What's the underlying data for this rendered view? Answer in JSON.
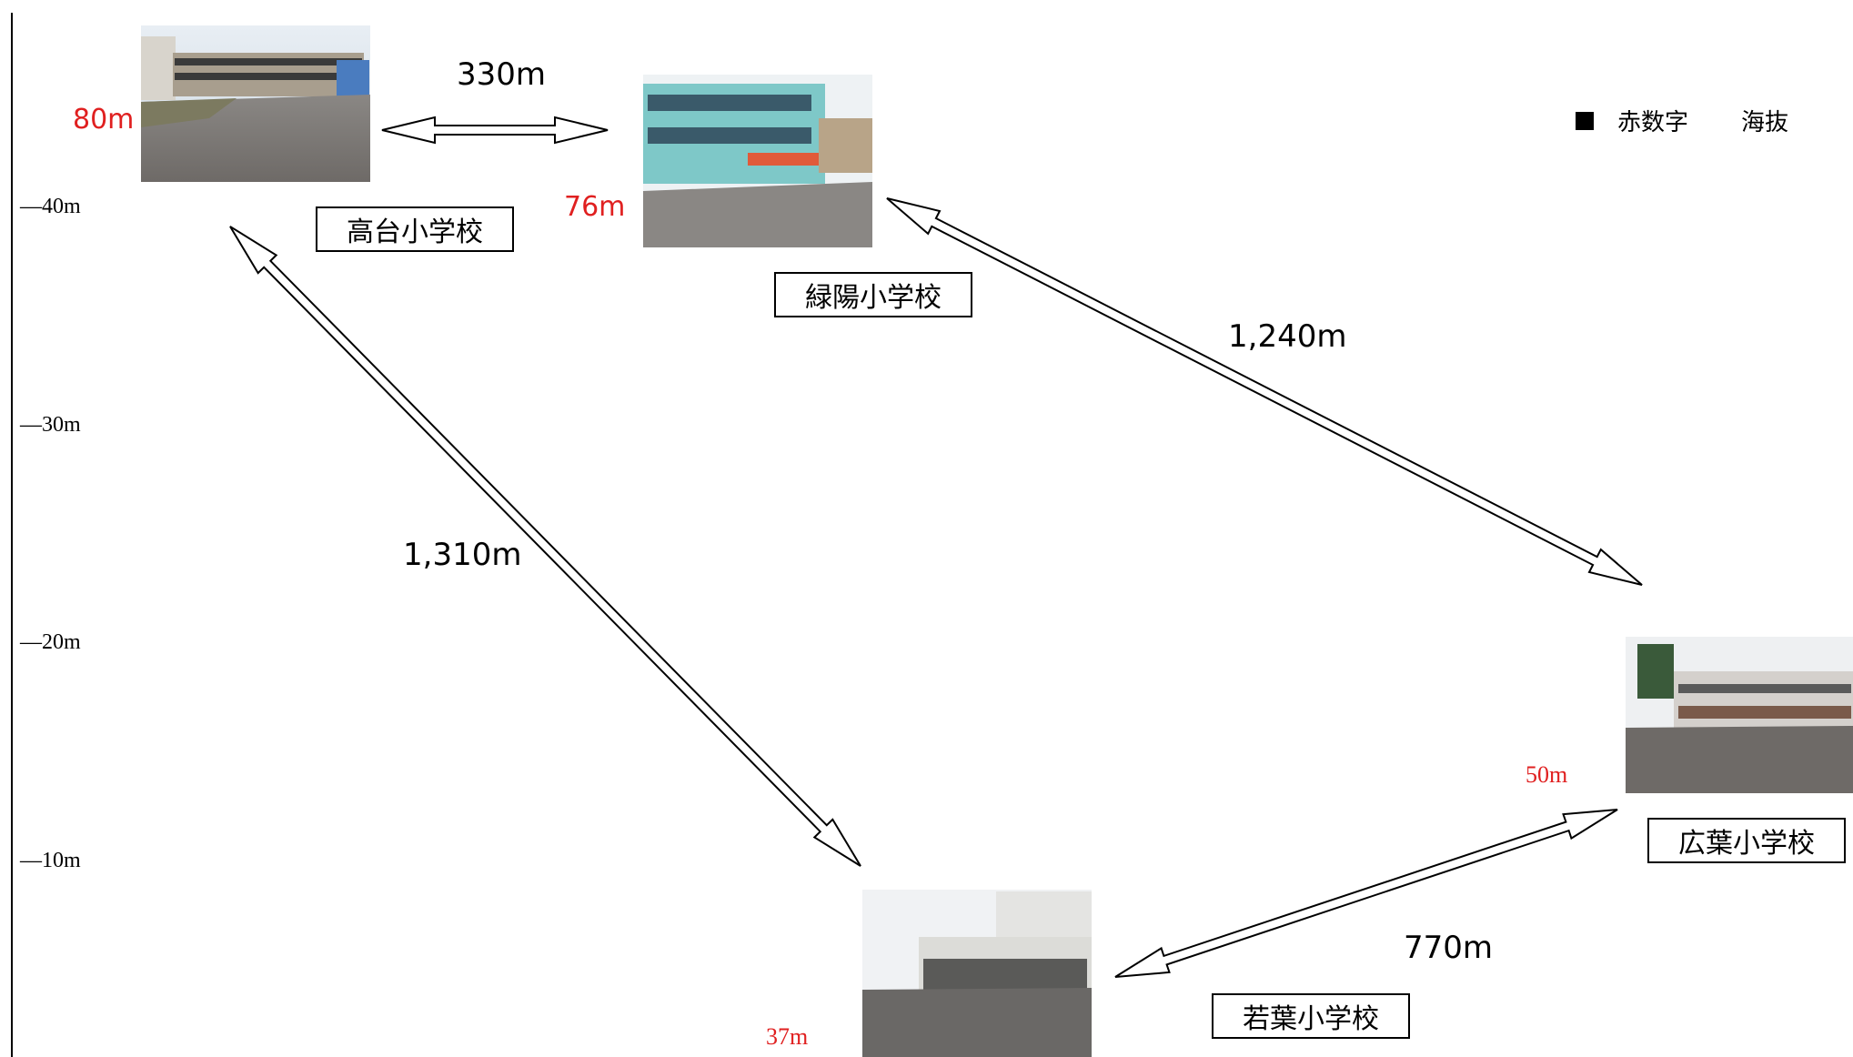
{
  "scale": {
    "ticks": [
      "—40m",
      "—30m",
      "—20m",
      "—10m"
    ]
  },
  "schools": [
    {
      "id": "takadai",
      "name": "高台小学校",
      "altitude": "80m"
    },
    {
      "id": "ryokuyo",
      "name": "緑陽小学校",
      "altitude": "76m"
    },
    {
      "id": "kouyou",
      "name": "広葉小学校",
      "altitude": "50m"
    },
    {
      "id": "wakaba",
      "name": "若葉小学校",
      "altitude": "37m"
    }
  ],
  "distances": [
    {
      "from": "takadai",
      "to": "ryokuyo",
      "label": "330m"
    },
    {
      "from": "ryokuyo",
      "to": "kouyou",
      "label": "1,240m"
    },
    {
      "from": "takadai",
      "to": "wakaba",
      "label": "1,310m"
    },
    {
      "from": "wakaba",
      "to": "kouyou",
      "label": "770m"
    }
  ],
  "legend": {
    "marker": "■",
    "text1": "赤数字",
    "text2": "海抜"
  },
  "colors": {
    "altitude": "#e02020",
    "line": "#000000"
  }
}
